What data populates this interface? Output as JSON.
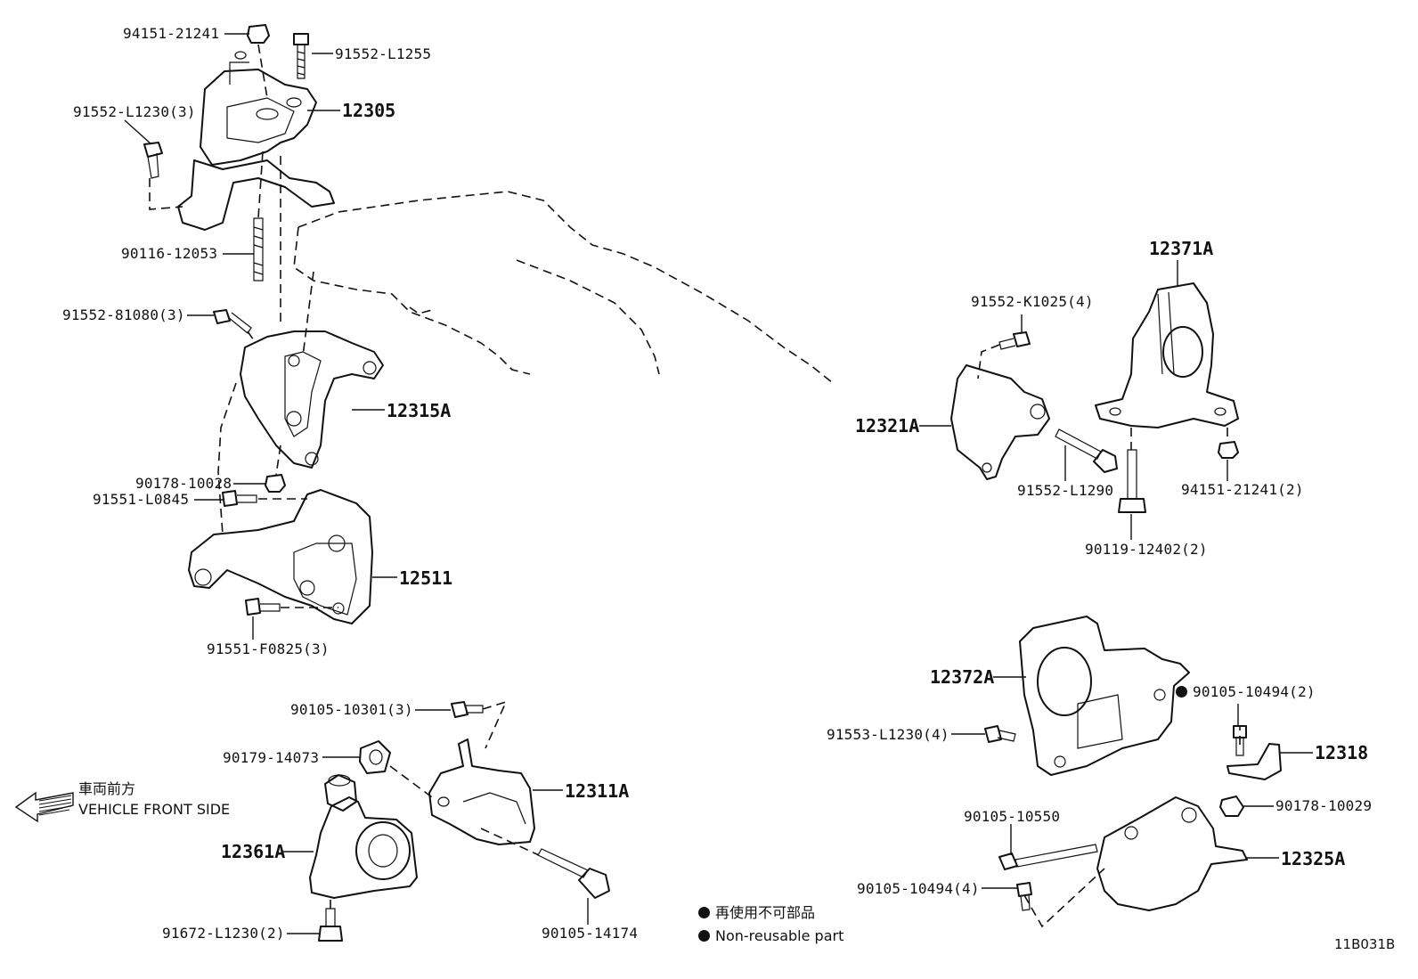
{
  "labels": {
    "l_94151_21241": "94151-21241",
    "l_91552_L1255": "91552-L1255",
    "l_91552_L1230_3": "91552-L1230(3)",
    "l_12305": "12305",
    "l_90116_12053": "90116-12053",
    "l_91552_81080_3": "91552-81080(3)",
    "l_12315A": "12315A",
    "l_90178_10028": "90178-10028",
    "l_91551_L0845": "91551-L0845",
    "l_12511": "12511",
    "l_91551_F0825_3": "91551-F0825(3)",
    "l_90105_10301_3": "90105-10301(3)",
    "l_90179_14073": "90179-14073",
    "l_12311A": "12311A",
    "l_12361A": "12361A",
    "l_91672_L1230_2": "91672-L1230(2)",
    "l_90105_14174": "90105-14174",
    "l_12371A": "12371A",
    "l_91552_K1025_4": "91552-K1025(4)",
    "l_12321A": "12321A",
    "l_91552_L1290": "91552-L1290",
    "l_94151_21241_2": "94151-21241(2)",
    "l_90119_12402_2": "90119-12402(2)",
    "l_12372A": "12372A",
    "l_90105_10494_2": "90105-10494(2)",
    "l_91553_L1230_4": "91553-L1230(4)",
    "l_12318": "12318",
    "l_90178_10029": "90178-10029",
    "l_90105_10550": "90105-10550",
    "l_12325A": "12325A",
    "l_90105_10494_4": "90105-10494(4)"
  },
  "front": {
    "jp": "車両前方",
    "en": "VEHICLE FRONT SIDE"
  },
  "legend": {
    "jp": "再使用不可部品",
    "en": "Non-reusable part"
  },
  "figure_code": "11B031B"
}
